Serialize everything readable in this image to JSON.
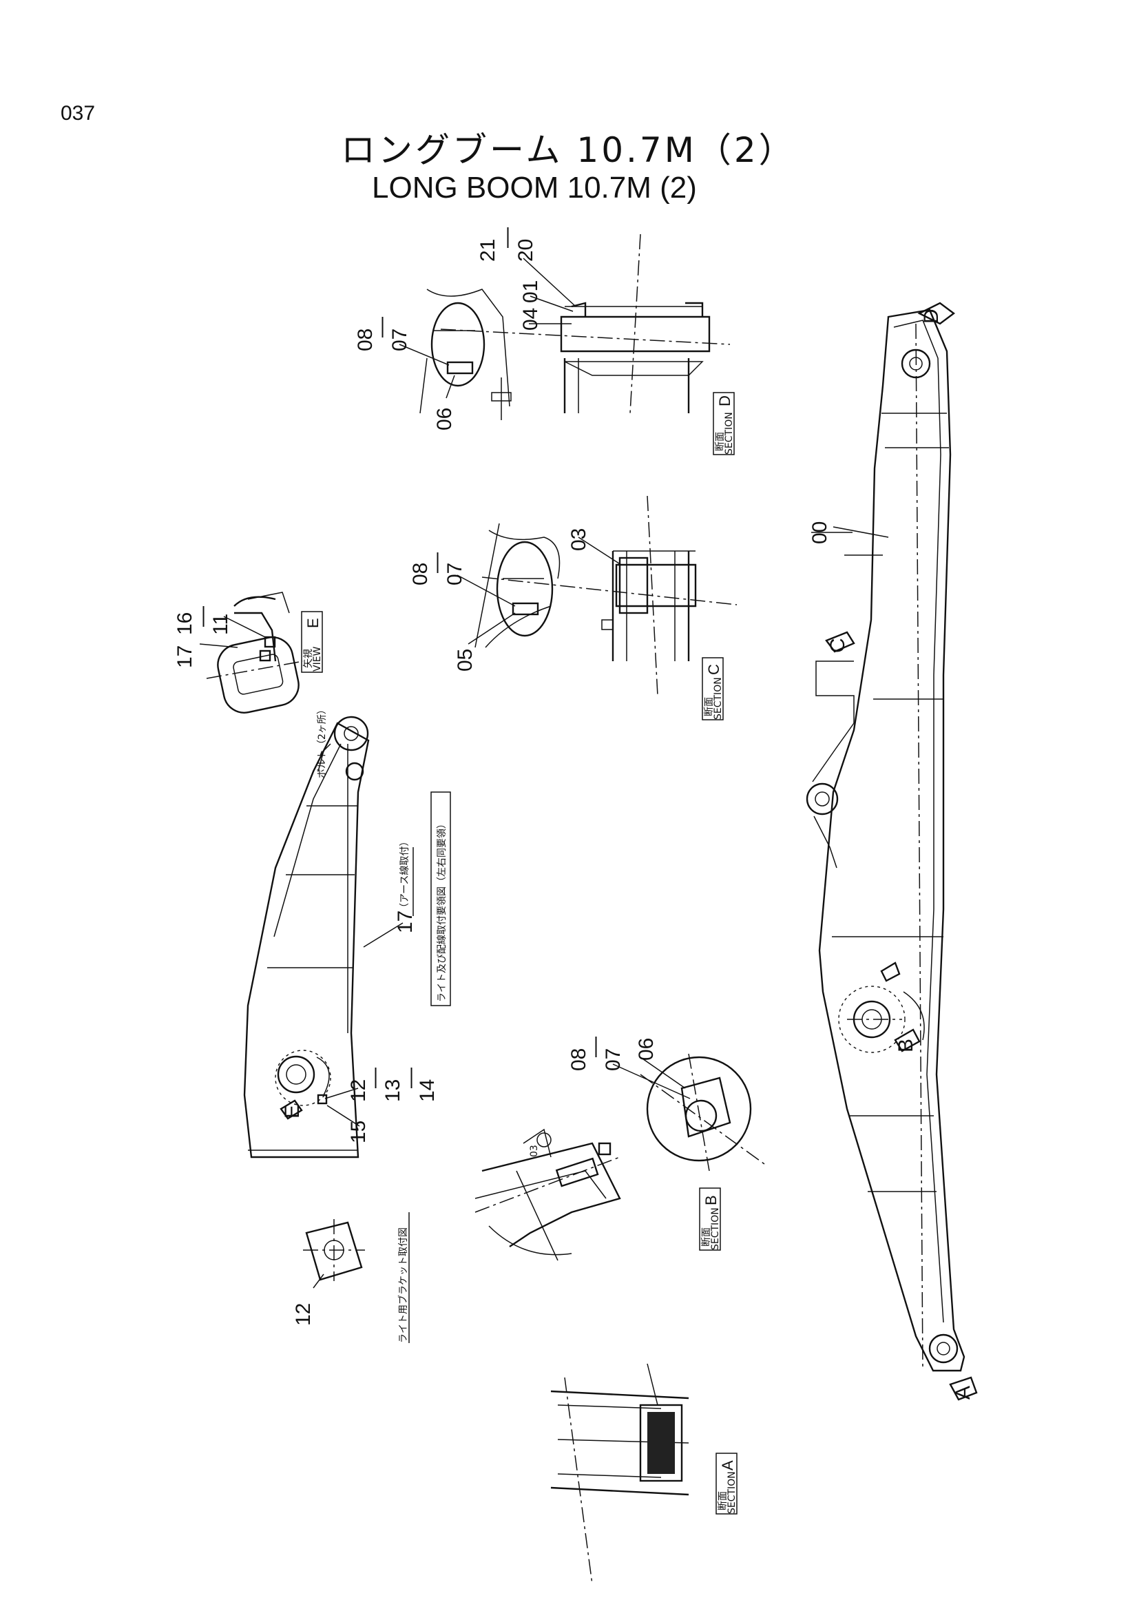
{
  "page": {
    "number": "037",
    "title_jp": "ロングブーム 10.7M（2）",
    "title_en": "LONG  BOOM 10.7M (2)"
  },
  "callouts": {
    "c00": "00",
    "c01": "01",
    "c03": "03",
    "c04": "04",
    "c05": "05",
    "c06": "06",
    "c07": "07",
    "c08": "08",
    "c11": "11",
    "c12": "12",
    "c13": "13",
    "c14": "14",
    "c15": "15",
    "c16": "16",
    "c17": "17",
    "c20": "20",
    "c21": "21",
    "dash": "—"
  },
  "sections": {
    "a": {
      "kanji": "断面",
      "word": "SECTION",
      "letter": "A"
    },
    "b": {
      "kanji": "断面",
      "word": "SECTION",
      "letter": "B"
    },
    "c": {
      "kanji": "断面",
      "word": "SECTION",
      "letter": "C"
    },
    "d": {
      "kanji": "断面",
      "word": "SECTION",
      "letter": "D"
    },
    "e": {
      "kanji": "矢視",
      "word": "VIEW",
      "letter": "E"
    }
  },
  "arrows": {
    "a": "A",
    "b": "B",
    "c": "C",
    "d": "D",
    "e": "E"
  },
  "notes": {
    "note_light_wiring": "ライト及び配線取付要領図（左右同要領）",
    "note_hose": "（アース線取付）",
    "note_bracket": "ライト用ブラケット取付図",
    "note_small": "ボルト（2ヶ所）"
  }
}
